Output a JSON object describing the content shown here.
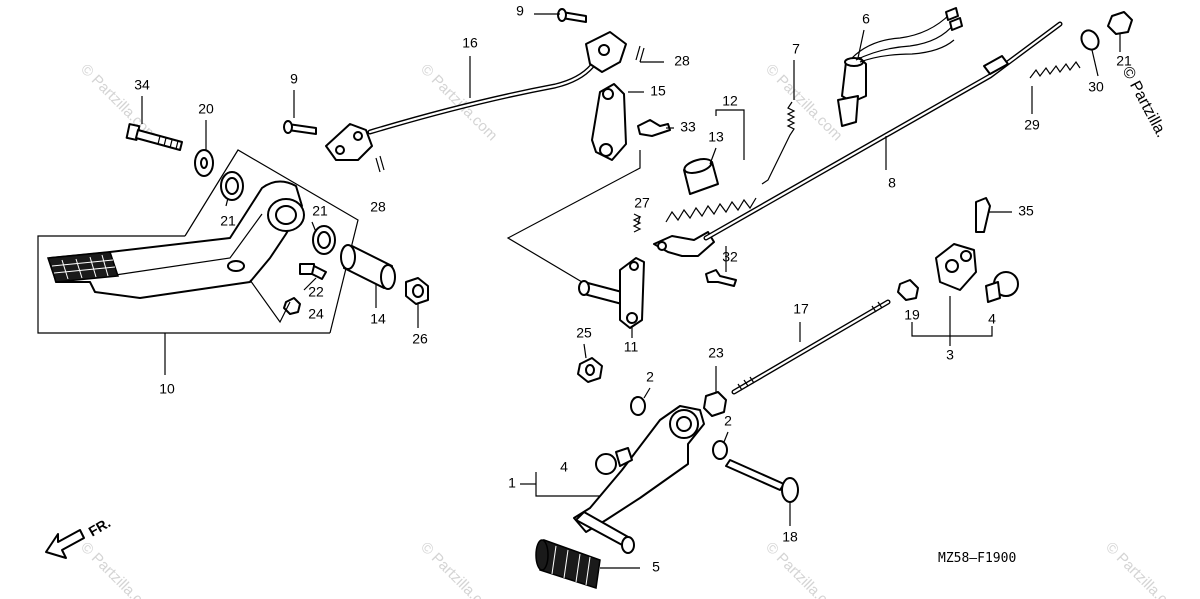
{
  "watermark_text": "© Partzilla.com",
  "brand_text": "© Partzilla.",
  "diagram_code": "MZ58—F1900",
  "front_label": "FR.",
  "callouts": {
    "n1": "1",
    "n2a": "2",
    "n2b": "2",
    "n3": "3",
    "n4a": "4",
    "n4b": "4",
    "n5": "5",
    "n6": "6",
    "n7": "7",
    "n8": "8",
    "n9a": "9",
    "n9b": "9",
    "n10": "10",
    "n11": "11",
    "n12": "12",
    "n13": "13",
    "n14": "14",
    "n15": "15",
    "n16": "16",
    "n17": "17",
    "n18": "18",
    "n19": "19",
    "n20": "20",
    "n21a": "21",
    "n21b": "21",
    "n21c": "21",
    "n22": "22",
    "n23": "23",
    "n24": "24",
    "n25": "25",
    "n26": "26",
    "n27": "27",
    "n28a": "28",
    "n28b": "28",
    "n29": "29",
    "n30": "30",
    "n32": "32",
    "n33": "33",
    "n34": "34",
    "n35": "35"
  }
}
